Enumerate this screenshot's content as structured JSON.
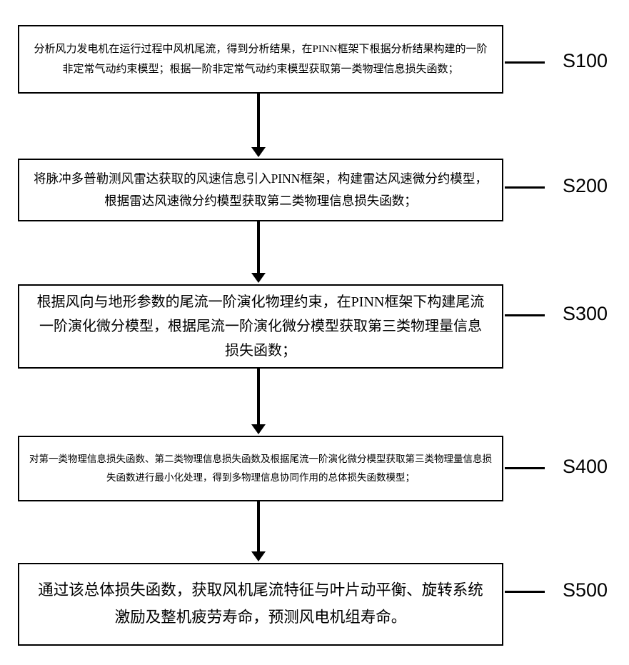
{
  "diagram": {
    "type": "flowchart",
    "orientation": "vertical",
    "colors": {
      "background": "#ffffff",
      "border": "#000000",
      "text": "#000000",
      "arrow": "#000000"
    },
    "steps": [
      {
        "label": "S100",
        "text": "分析风力发电机在运行过程中风机尾流，得到分析结果，在PINN框架下根据分析结果构建的一阶非定常气动约束模型；根据一阶非定常气动约束模型获取第一类物理信息损失函数；"
      },
      {
        "label": "S200",
        "text": "将脉冲多普勒测风雷达获取的风速信息引入PINN框架，构建雷达风速微分约模型，根据雷达风速微分约模型获取第二类物理信息损失函数；"
      },
      {
        "label": "S300",
        "text": "根据风向与地形参数的尾流一阶演化物理约束，在PINN框架下构建尾流一阶演化微分模型，根据尾流一阶演化微分模型获取第三类物理量信息损失函数；"
      },
      {
        "label": "S400",
        "text": "对第一类物理信息损失函数、第二类物理信息损失函数及根据尾流一阶演化微分模型获取第三类物理量信息损失函数进行最小化处理，得到多物理信息协同作用的总体损失函数模型；"
      },
      {
        "label": "S500",
        "text": "通过该总体损失函数，获取风机尾流特征与叶片动平衡、旋转系统激励及整机疲劳寿命，预测风电机组寿命。"
      }
    ]
  }
}
